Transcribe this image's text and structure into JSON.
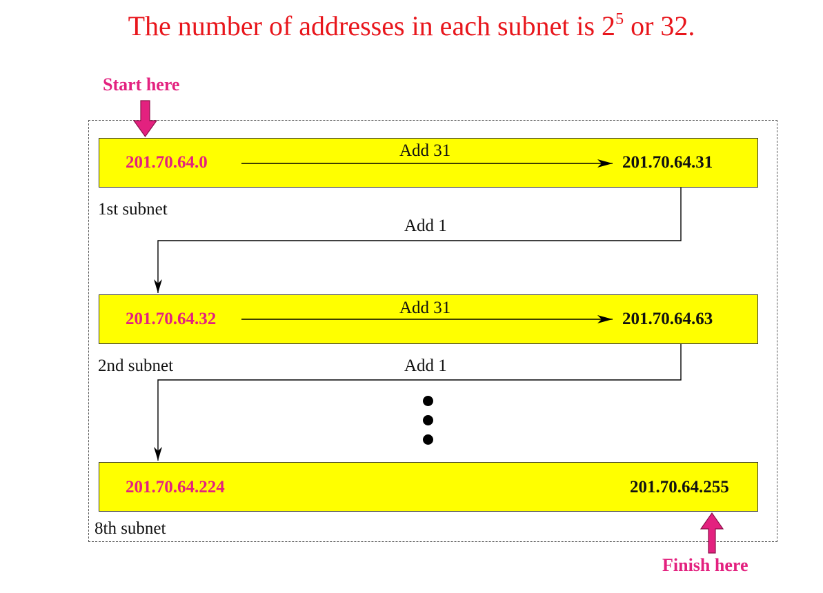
{
  "title": {
    "prefix": "The number of addresses in each subnet is 2",
    "exponent": "5",
    "suffix": " or 32."
  },
  "start_label": "Start  here",
  "finish_label": "Finish here",
  "subnets": [
    {
      "first": "201.70.64.0",
      "last": "201.70.64.31",
      "add_within": "Add 31",
      "add_next": "Add 1",
      "label": "1st subnet"
    },
    {
      "first": "201.70.64.32",
      "last": "201.70.64.63",
      "add_within": "Add 31",
      "add_next": "Add 1",
      "label": "2nd subnet"
    },
    {
      "first": "201.70.64.224",
      "last": "201.70.64.255",
      "label": "8th subnet"
    }
  ],
  "colors": {
    "band": "#ffff00",
    "start_address": "#e3217f",
    "end_address": "#111111",
    "title": "#e8161c",
    "marker_arrow": "#e3217f"
  },
  "icons": {
    "start_marker": "arrow-down-icon",
    "finish_marker": "arrow-up-icon",
    "ellipsis": "vertical-ellipsis-icon"
  }
}
